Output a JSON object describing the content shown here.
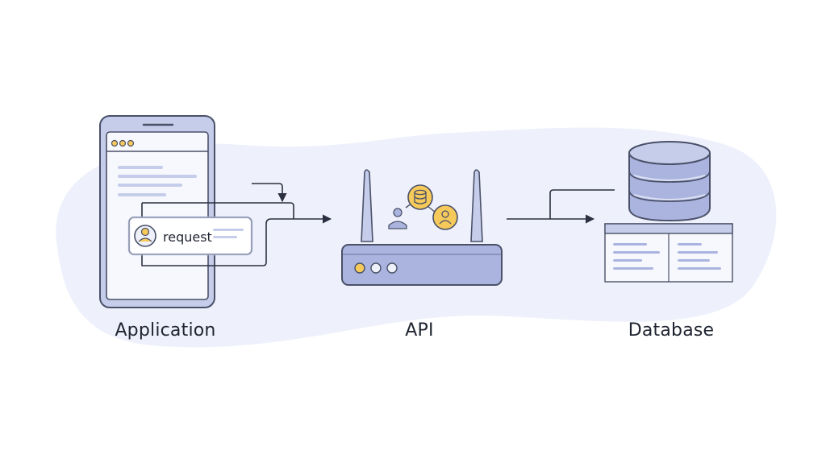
{
  "nodes": {
    "application": {
      "label": "Application"
    },
    "api": {
      "label": "API"
    },
    "database": {
      "label": "Database"
    }
  },
  "request_card": {
    "label": "request"
  },
  "colors": {
    "outline": "#4a5068",
    "fill_light": "#eef1fa",
    "fill_mid": "#c5cdea",
    "fill_dark": "#aab4df",
    "accent_yellow": "#f5c95a",
    "background_blob": "#eef1fb",
    "text": "#1f2430"
  },
  "icons": [
    "phone-icon",
    "user-icon",
    "router-icon",
    "database-icon",
    "table-icon",
    "arrow-icon"
  ]
}
